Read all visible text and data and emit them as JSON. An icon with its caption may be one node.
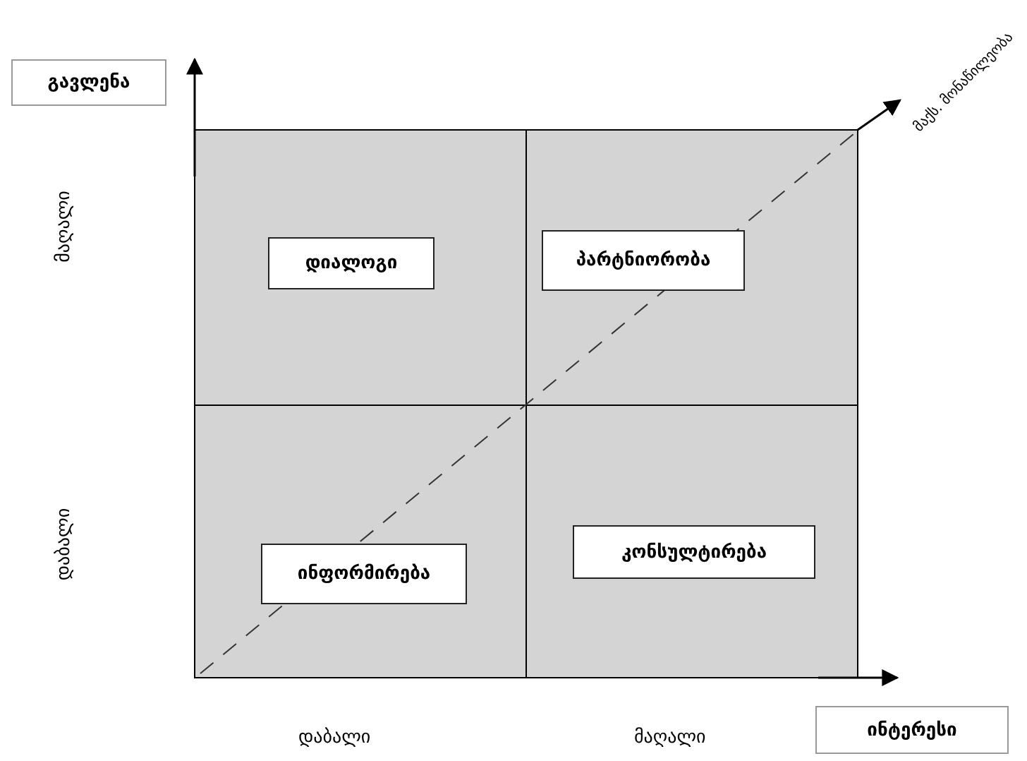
{
  "diagram": {
    "nodes": [
      {
        "text": [
          "გავლენა"
        ]
      },
      {
        "text": [
          "დიალოგი"
        ]
      },
      {
        "text": [
          "პარტნიორობა"
        ]
      },
      {
        "text": [
          "ინფორმირება"
        ]
      },
      {
        "text": [
          "კონსულტირება"
        ]
      },
      {
        "text": [
          "ინტერესი"
        ]
      }
    ],
    "labels": [
      "მაქს. მონაწილეობა",
      "მაღალი",
      "დაბალი",
      "დაბალი",
      "მაღალი"
    ]
  }
}
